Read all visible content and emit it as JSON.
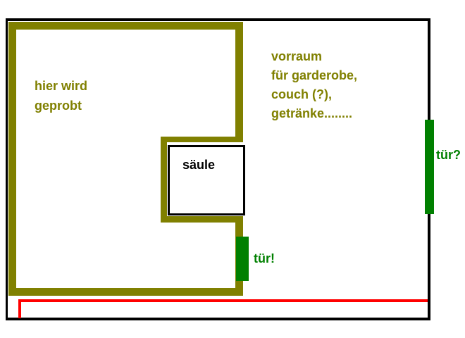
{
  "labels": {
    "rehearsal_line1": "hier wird",
    "rehearsal_line2": "geprobt",
    "foyer_line1": "vorraum",
    "foyer_line2": "für garderobe,",
    "foyer_line3": "couch (?),",
    "foyer_line4": "getränke........",
    "pillar": "säule",
    "door_inner": "tür!",
    "door_outer": "tür?"
  },
  "colors": {
    "wall": "#000000",
    "room": "#808000",
    "door": "#008000",
    "line": "#ff0000"
  }
}
